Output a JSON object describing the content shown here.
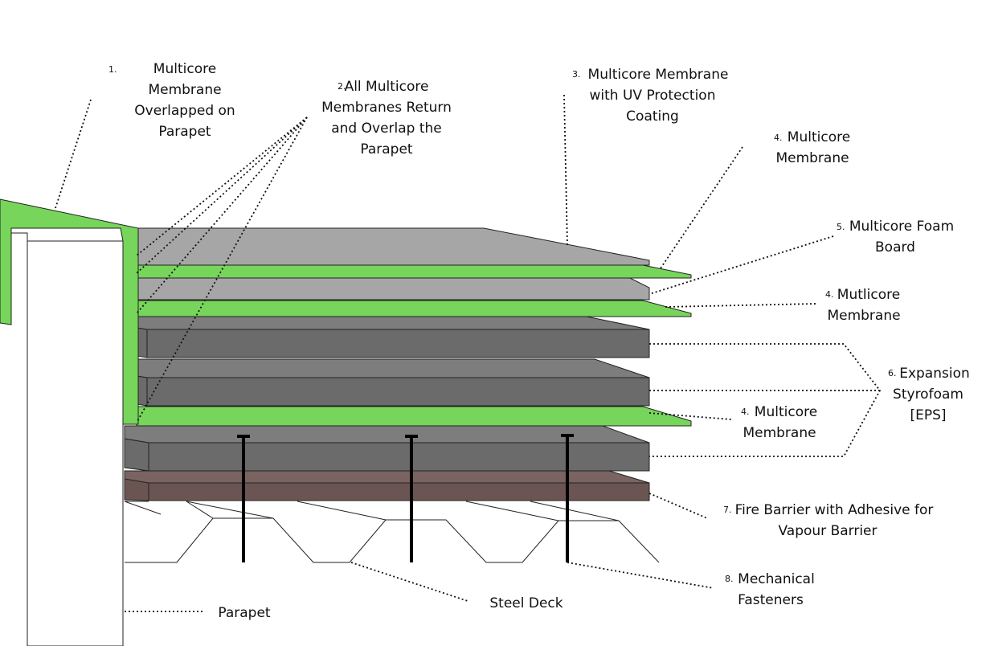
{
  "colors": {
    "membrane": "#76d55a",
    "foam_board": "#a6a6a6",
    "styrofoam_top": "#7d7d7d",
    "styrofoam_front": "#6b6b6b",
    "fire_barrier": "#6a5552",
    "outline": "#222222"
  },
  "labels": {
    "l1": {
      "num": "1.",
      "lines": [
        "Multicore",
        "Membrane",
        "Overlapped on",
        "Parapet"
      ]
    },
    "l2": {
      "num": "2.",
      "lines": [
        "All Multicore",
        "Membranes Return",
        "and Overlap the",
        "Parapet"
      ]
    },
    "l3": {
      "num": "3.",
      "lines": [
        "Multicore  Membrane",
        "with UV Protection",
        "Coating"
      ]
    },
    "l4a": {
      "num": "4.",
      "lines": [
        "Multicore",
        "Membrane"
      ]
    },
    "l5": {
      "num": "5.",
      "lines": [
        "Multicore Foam",
        "Board"
      ]
    },
    "l4b": {
      "num": "4.",
      "lines": [
        "Mutlicore",
        "Membrane"
      ]
    },
    "l6": {
      "num": "6.",
      "lines": [
        "Expansion",
        "Styrofoam",
        "[EPS]"
      ]
    },
    "l4c": {
      "num": "4.",
      "lines": [
        "Multicore",
        "Membrane"
      ]
    },
    "l7": {
      "num": "7.",
      "lines": [
        "Fire Barrier with Adhesive for",
        "Vapour Barrier"
      ]
    },
    "l8": {
      "num": "8.",
      "lines": [
        "Mechanical",
        "Fasteners"
      ]
    },
    "steel_deck": {
      "lines": [
        "Steel Deck"
      ]
    },
    "parapet": {
      "lines": [
        "Parapet"
      ]
    }
  }
}
